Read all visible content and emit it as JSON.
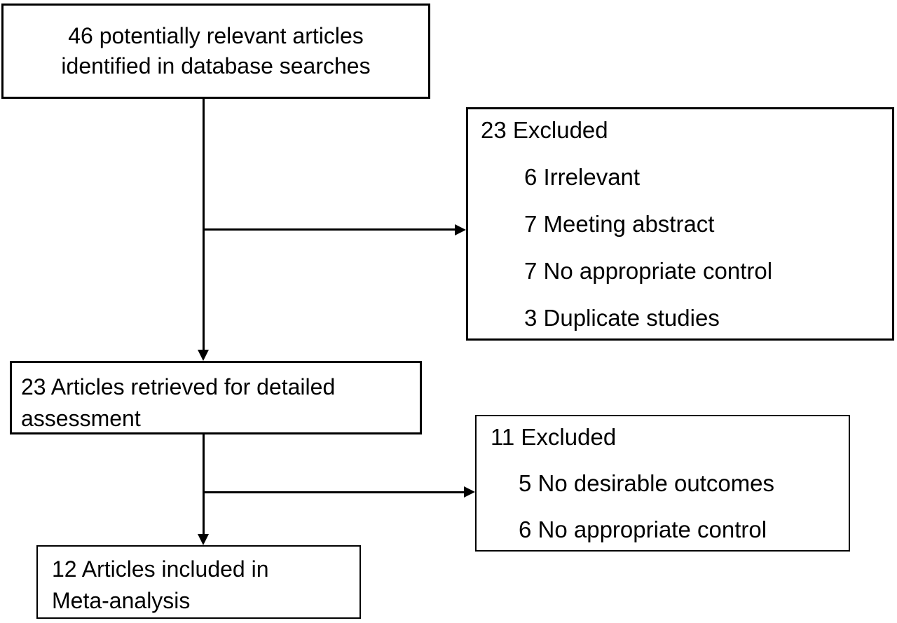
{
  "flowchart": {
    "identified": {
      "lines": [
        "46 potentially relevant articles",
        "identified in database searches"
      ]
    },
    "excluded_first": {
      "title": "23 Excluded",
      "items": [
        "6 Irrelevant",
        "7 Meeting abstract",
        "7 No appropriate control",
        "3 Duplicate studies"
      ]
    },
    "retrieved": {
      "lines": [
        "23 Articles retrieved for detailed",
        "assessment"
      ]
    },
    "excluded_second": {
      "title": "11 Excluded",
      "items": [
        "5 No desirable outcomes",
        "6 No appropriate control"
      ]
    },
    "included": {
      "lines": [
        "12 Articles included in",
        "Meta-analysis"
      ]
    },
    "colors": {
      "border": "#000000",
      "text": "#000000",
      "background": "#ffffff"
    }
  }
}
